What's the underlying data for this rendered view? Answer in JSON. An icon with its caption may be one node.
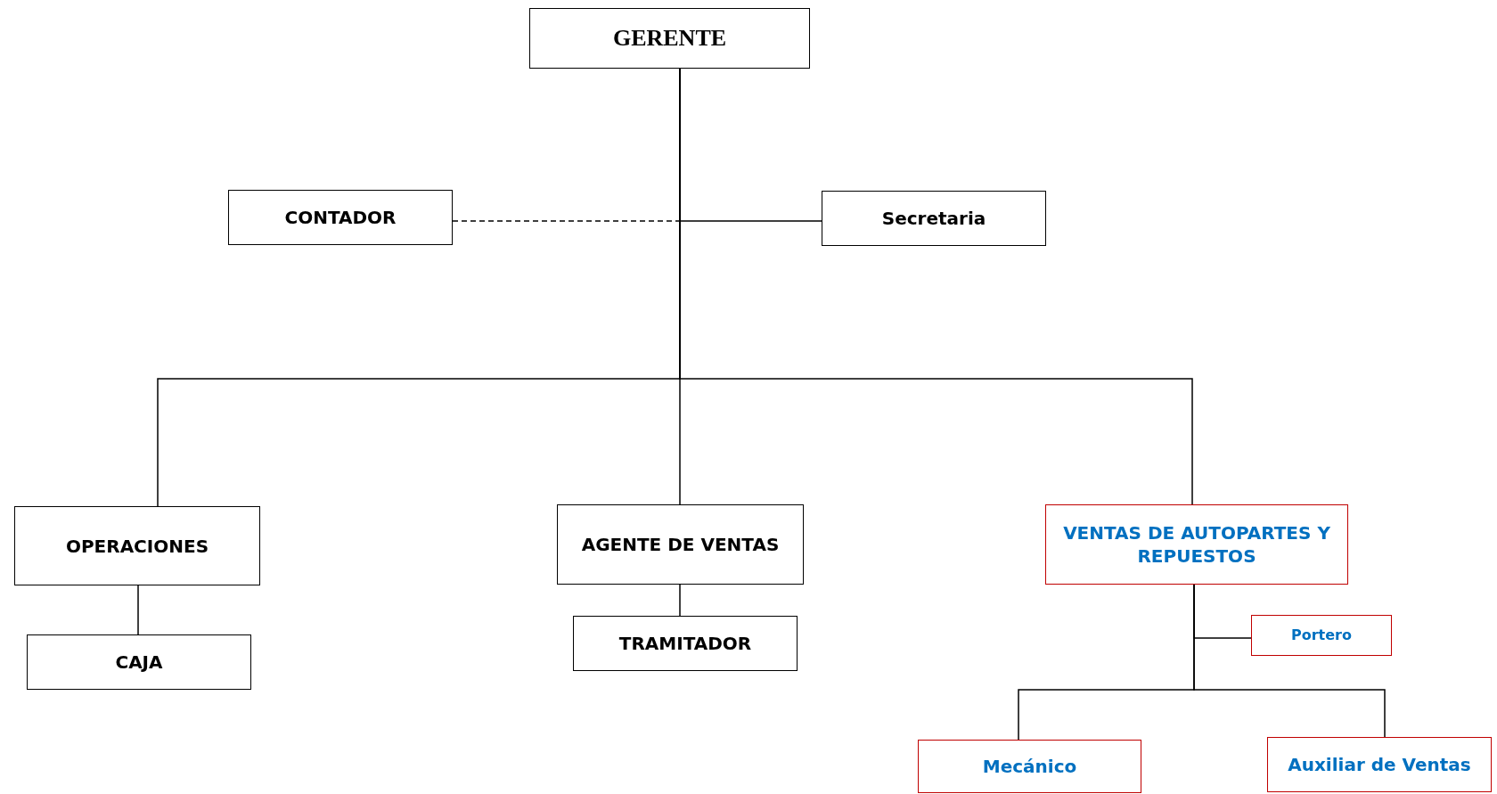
{
  "diagram": {
    "nodes": [
      {
        "text": [
          "GERENTE"
        ]
      },
      {
        "text": [
          "CONTADOR"
        ]
      },
      {
        "text": [
          "Secretaria"
        ]
      },
      {
        "text": [
          "OPERACIONES"
        ]
      },
      {
        "text": [
          "CAJA"
        ]
      },
      {
        "text": [
          "AGENTE DE VENTAS"
        ]
      },
      {
        "text": [
          "TRAMITADOR"
        ]
      },
      {
        "text": [
          "VENTAS DE AUTOPARTES Y REPUESTOS"
        ]
      },
      {
        "text": [
          "Portero"
        ]
      },
      {
        "text": [
          "Mecánico"
        ]
      },
      {
        "text": [
          "Auxiliar de Ventas"
        ]
      }
    ],
    "edges": [
      {
        "from": 0,
        "to": 1,
        "arrow": "none",
        "style": "dashed"
      },
      {
        "from": 0,
        "to": 2,
        "arrow": "none"
      },
      {
        "from": 0,
        "to": 3,
        "arrow": "none"
      },
      {
        "from": 0,
        "to": 5,
        "arrow": "none"
      },
      {
        "from": 0,
        "to": 7,
        "arrow": "none"
      },
      {
        "from": 3,
        "to": 4,
        "arrow": "none"
      },
      {
        "from": 5,
        "to": 6,
        "arrow": "none"
      },
      {
        "from": 7,
        "to": 8,
        "arrow": "none"
      },
      {
        "from": 7,
        "to": 9,
        "arrow": "none"
      },
      {
        "from": 7,
        "to": 10,
        "arrow": "none"
      }
    ]
  }
}
